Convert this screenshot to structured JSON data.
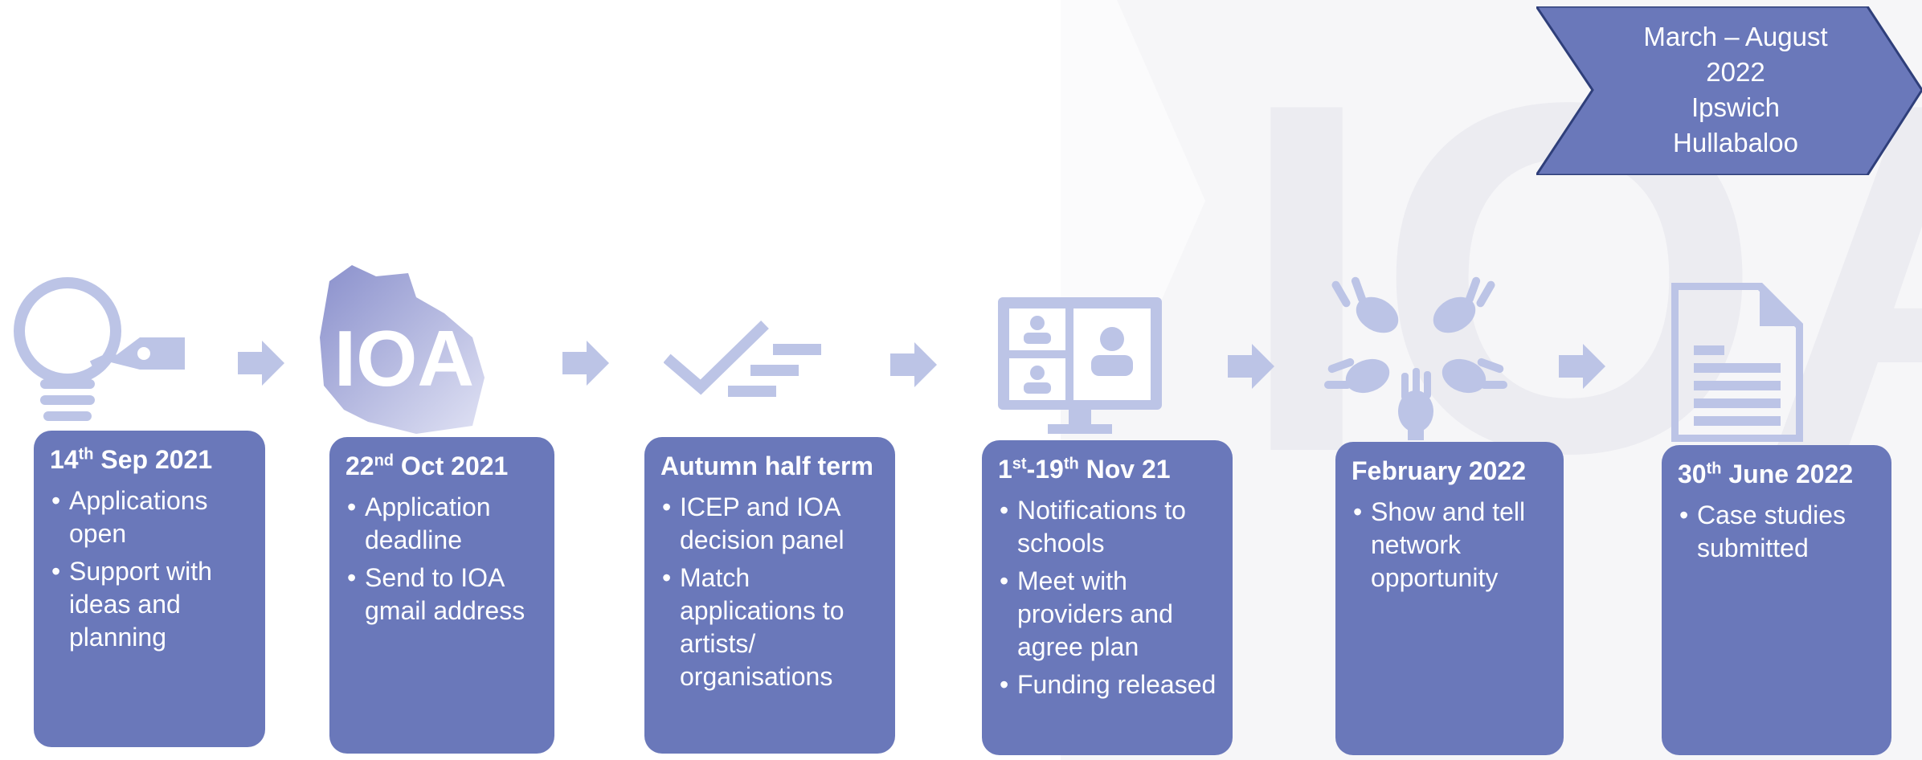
{
  "colors": {
    "card_fill": "#6a78ba",
    "icon_fill": "#bcc4e6",
    "banner_fill": "#6a78ba",
    "watermark": "#f4f4f6",
    "text": "#ffffff"
  },
  "banner": {
    "line1": "March – August",
    "line2": "2022",
    "line3": "Ipswich",
    "line4": "Hullabaloo"
  },
  "watermark": {
    "text": "IOA"
  },
  "steps": [
    {
      "icon": "lightbulb-tag-icon",
      "date_main": "14",
      "date_sup": "th",
      "date_rest": " Sep 2021",
      "bullets": [
        "Applications open",
        "Support with ideas and planning"
      ]
    },
    {
      "icon": "ioa-logo-icon",
      "icon_text": "IOA",
      "date_main": "22",
      "date_sup": "nd",
      "date_rest": " Oct 2021",
      "bullets": [
        "Application deadline",
        "Send to IOA gmail address"
      ]
    },
    {
      "icon": "checklist-icon",
      "date_main": "Autumn half term",
      "bullets": [
        "ICEP and IOA decision panel",
        "Match applications to artists/ organisations"
      ]
    },
    {
      "icon": "video-call-monitor-icon",
      "date_main": "1",
      "date_sup": "st",
      "date_mid": "-19",
      "date_sup2": "th",
      "date_rest": " Nov 21",
      "bullets": [
        "Notifications to schools",
        "Meet with providers and agree plan",
        "Funding released"
      ]
    },
    {
      "icon": "hands-together-icon",
      "date_main": "February 2022",
      "bullets": [
        "Show and tell network opportunity"
      ]
    },
    {
      "icon": "document-icon",
      "date_main": "30",
      "date_sup": "th",
      "date_rest": " June 2022",
      "bullets": [
        "Case studies submitted"
      ]
    }
  ]
}
